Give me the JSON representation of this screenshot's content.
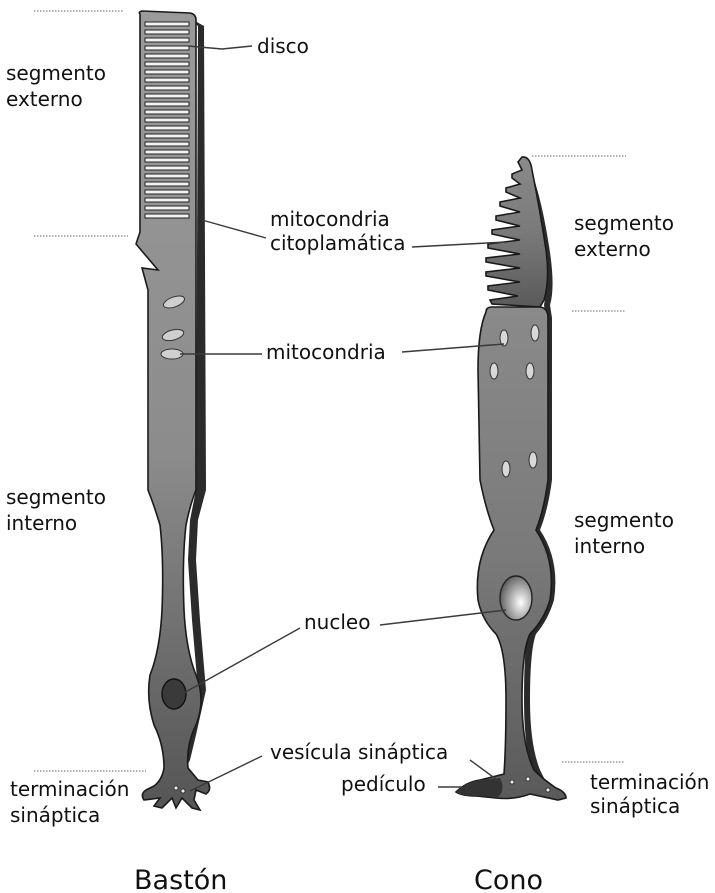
{
  "labels": {
    "rod_outer_segment": [
      "segmento",
      "externo"
    ],
    "rod_inner_segment": [
      "segmento",
      "interno"
    ],
    "rod_synaptic_terminal": [
      "terminación",
      "sináptica"
    ],
    "disc": "disco",
    "cytoplasmic_mitochondria": [
      "mitocondria",
      "citoplamática"
    ],
    "mitochondria": "mitocondria",
    "nucleus": "nucleo",
    "synaptic_vesicle": "vesícula sináptica",
    "pedicle": "pedículo",
    "cone_outer_segment": [
      "segmento",
      "externo"
    ],
    "cone_inner_segment": [
      "segmento",
      "interno"
    ],
    "cone_synaptic_terminal": [
      "terminación",
      "sináptica"
    ]
  },
  "titles": {
    "rod": "Bastón",
    "cone": "Cono"
  },
  "colors": {
    "rod_body": "#8a8a8a",
    "cone_body": "#777777",
    "shadow": "#2b2b2b",
    "organelle": "#dcdcdc"
  }
}
